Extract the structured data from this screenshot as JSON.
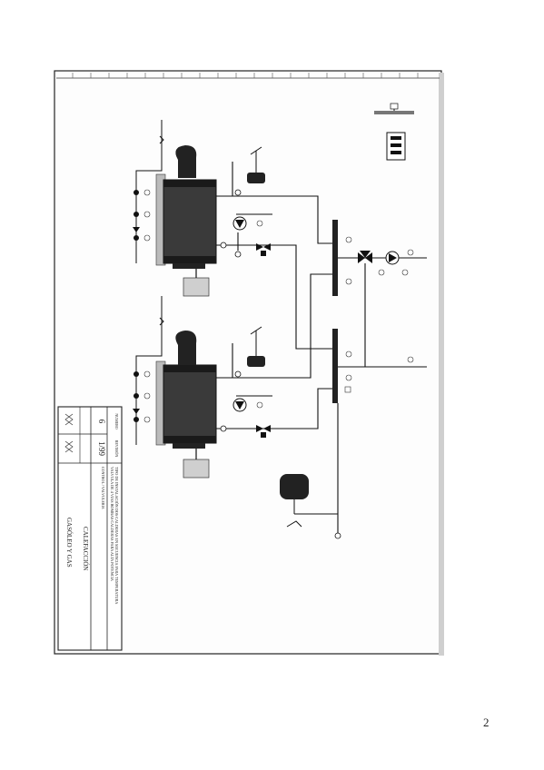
{
  "page_number": "2",
  "title_block": {
    "main_title": "GASÓLEO Y GAS",
    "subtitle": "CALEFACCIÓN",
    "system_desc_1": "TIPO DE INSTALACIÓN   DOS CALDERAS EN SECUENCIA PARA TEMPERATURA",
    "system_desc_2": "VALVULA DE 4 VIAS   BOMBAS CALDERAS PARA ALTA POTENCIA",
    "label_left": "CONTROL / VALVULERIA",
    "num_label": "NUMERO",
    "num_value": "6",
    "rev_label": "REVISIÓN",
    "rev_value": "1/99"
  },
  "colors": {
    "boiler": "#3a3a3a",
    "line": "#111111",
    "paper": "#fdfdfd",
    "border_shadow": "#c9c9c9"
  }
}
